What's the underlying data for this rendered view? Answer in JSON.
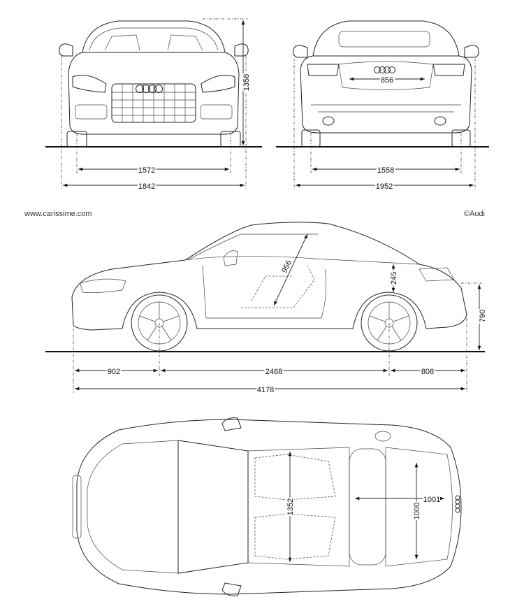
{
  "credits": {
    "website": "www.carissime.com",
    "brand": "©Audi"
  },
  "front_view": {
    "height": "1358",
    "track": "1572",
    "width": "1842"
  },
  "rear_view": {
    "inner": "856",
    "track": "1558",
    "width_mirrors": "1952"
  },
  "side_view": {
    "headroom": "956",
    "trunk_height": "245",
    "rear_height": "790",
    "front_overhang": "902",
    "wheelbase": "2468",
    "rear_overhang": "808",
    "length": "4178"
  },
  "top_view": {
    "interior_width": "1352",
    "trunk_length": "1001",
    "trunk_width": "1000"
  }
}
